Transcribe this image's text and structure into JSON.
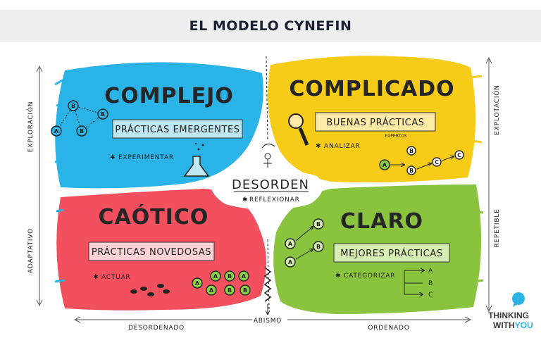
{
  "title": "EL MODELO CYNEFIN",
  "colors": {
    "complejo": "#2ab3e6",
    "complicado": "#f7cc18",
    "caotico": "#f2505f",
    "claro": "#8ac43f",
    "title_bar": "#eeeeee"
  },
  "quadrants": {
    "complejo": {
      "title": "COMPLEJO",
      "practice": "PRÁCTICAS EMERGENTES",
      "action": "EXPERIMENTAR",
      "icon": "flask-icon"
    },
    "complicado": {
      "title": "COMPLICADO",
      "practice": "BUENAS PRÁCTICAS",
      "practice_note": "EXPERTOS",
      "action": "ANALIZAR",
      "icon": "magnifier-icon"
    },
    "caotico": {
      "title": "CAÓTICO",
      "practice": "PRÁCTICAS NOVEDOSAS",
      "action": "ACTUAR"
    },
    "claro": {
      "title": "CLARO",
      "practice": "MEJORES PRÁCTICAS",
      "action": "CATEGORIZAR"
    }
  },
  "center": {
    "title": "DESORDEN",
    "action": "REFLEXIONAR"
  },
  "axes": {
    "left_top": "EXPLORACIÓN",
    "left_bottom": "ADAPTATIVO",
    "right_top": "EXPLOTACIÓN",
    "right_bottom": "REPETIBLE",
    "bottom_left": "DESORDENADO",
    "bottom_right": "ORDENADO",
    "bottom_center": "ABISMO"
  },
  "node_labels": {
    "a": "A",
    "b": "B",
    "c": "C"
  },
  "logo": {
    "line1": "THINKING",
    "line2_a": "WITH",
    "line2_b": "YOU"
  }
}
